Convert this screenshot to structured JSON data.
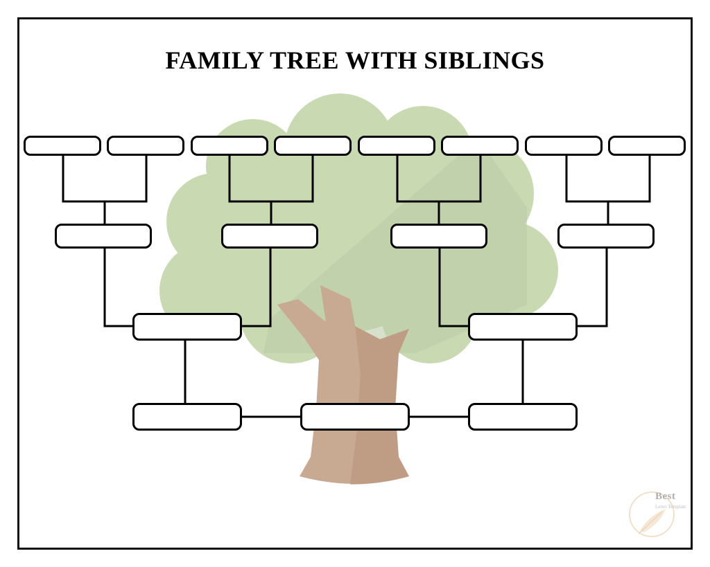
{
  "title": "FAMILY TREE WITH SIBLINGS",
  "colors": {
    "foliage": "#c9d9b2",
    "foliage_shade": "#bccca6",
    "trunk": "#c8a991",
    "trunk_dark": "#b8947a",
    "box_border": "#000000",
    "line": "#000000"
  },
  "watermark": {
    "word": "Best",
    "subtitle": "Letter Template"
  }
}
